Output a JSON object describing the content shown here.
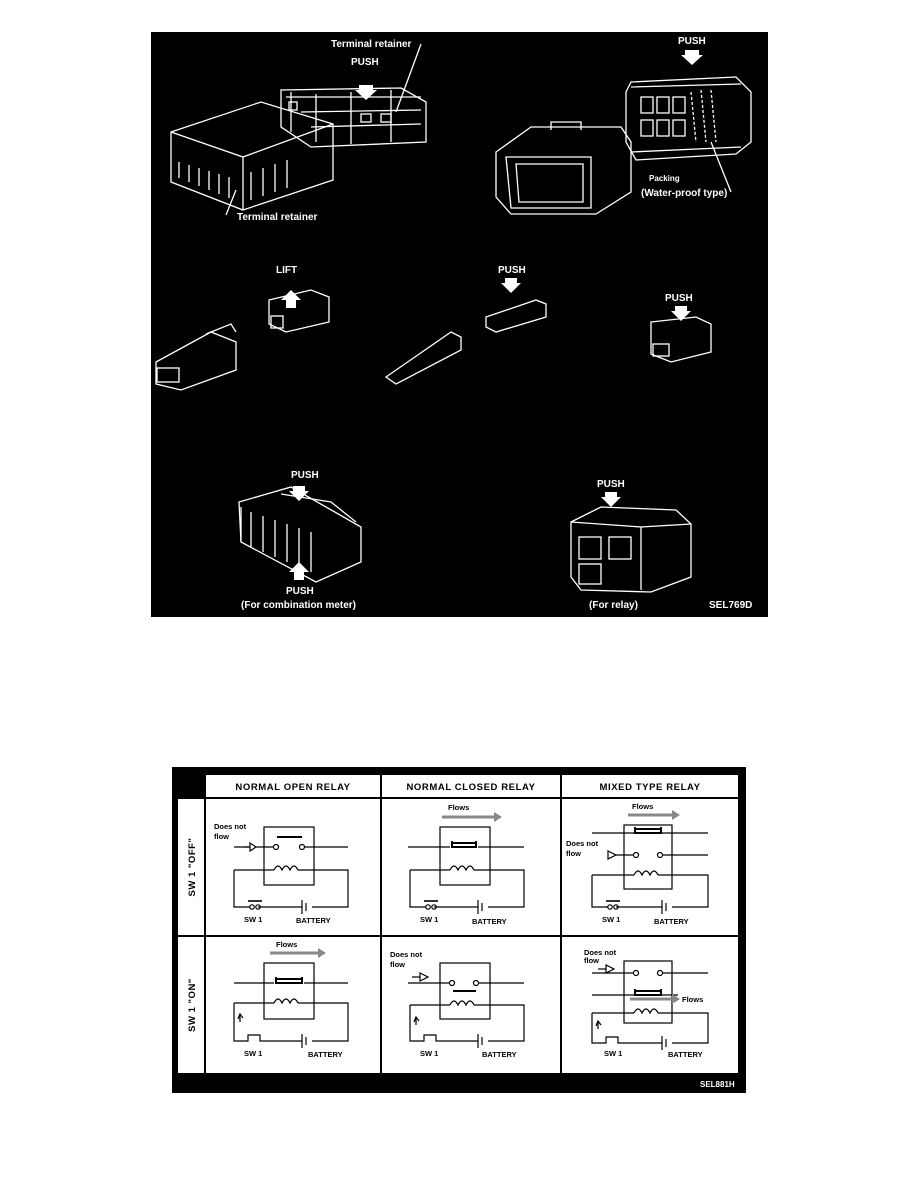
{
  "figure1": {
    "labels": {
      "terminal_retainer_top": "Terminal retainer",
      "terminal_retainer_bottom": "Terminal retainer",
      "push_top_left": "PUSH",
      "push_top_right": "PUSH",
      "packing": "Packing",
      "water_proof": "(Water-proof type)",
      "lift": "LIFT",
      "push_mid_center": "PUSH",
      "push_mid_right": "PUSH",
      "push_combo_top": "PUSH",
      "push_combo_bottom": "PUSH",
      "for_combination_meter": "(For combination meter)",
      "push_relay": "PUSH",
      "for_relay": "(For relay)",
      "code": "SEL769D"
    }
  },
  "figure2": {
    "columns": [
      "NORMAL OPEN RELAY",
      "NORMAL CLOSED RELAY",
      "MIXED TYPE RELAY"
    ],
    "rows": [
      "SW 1 \"OFF\"",
      "SW 1 \"ON\""
    ],
    "terms": {
      "flows": "Flows",
      "does_not": "Does not",
      "flow": "flow",
      "sw1": "SW 1",
      "battery": "BATTERY"
    },
    "code": "SEL881H"
  }
}
